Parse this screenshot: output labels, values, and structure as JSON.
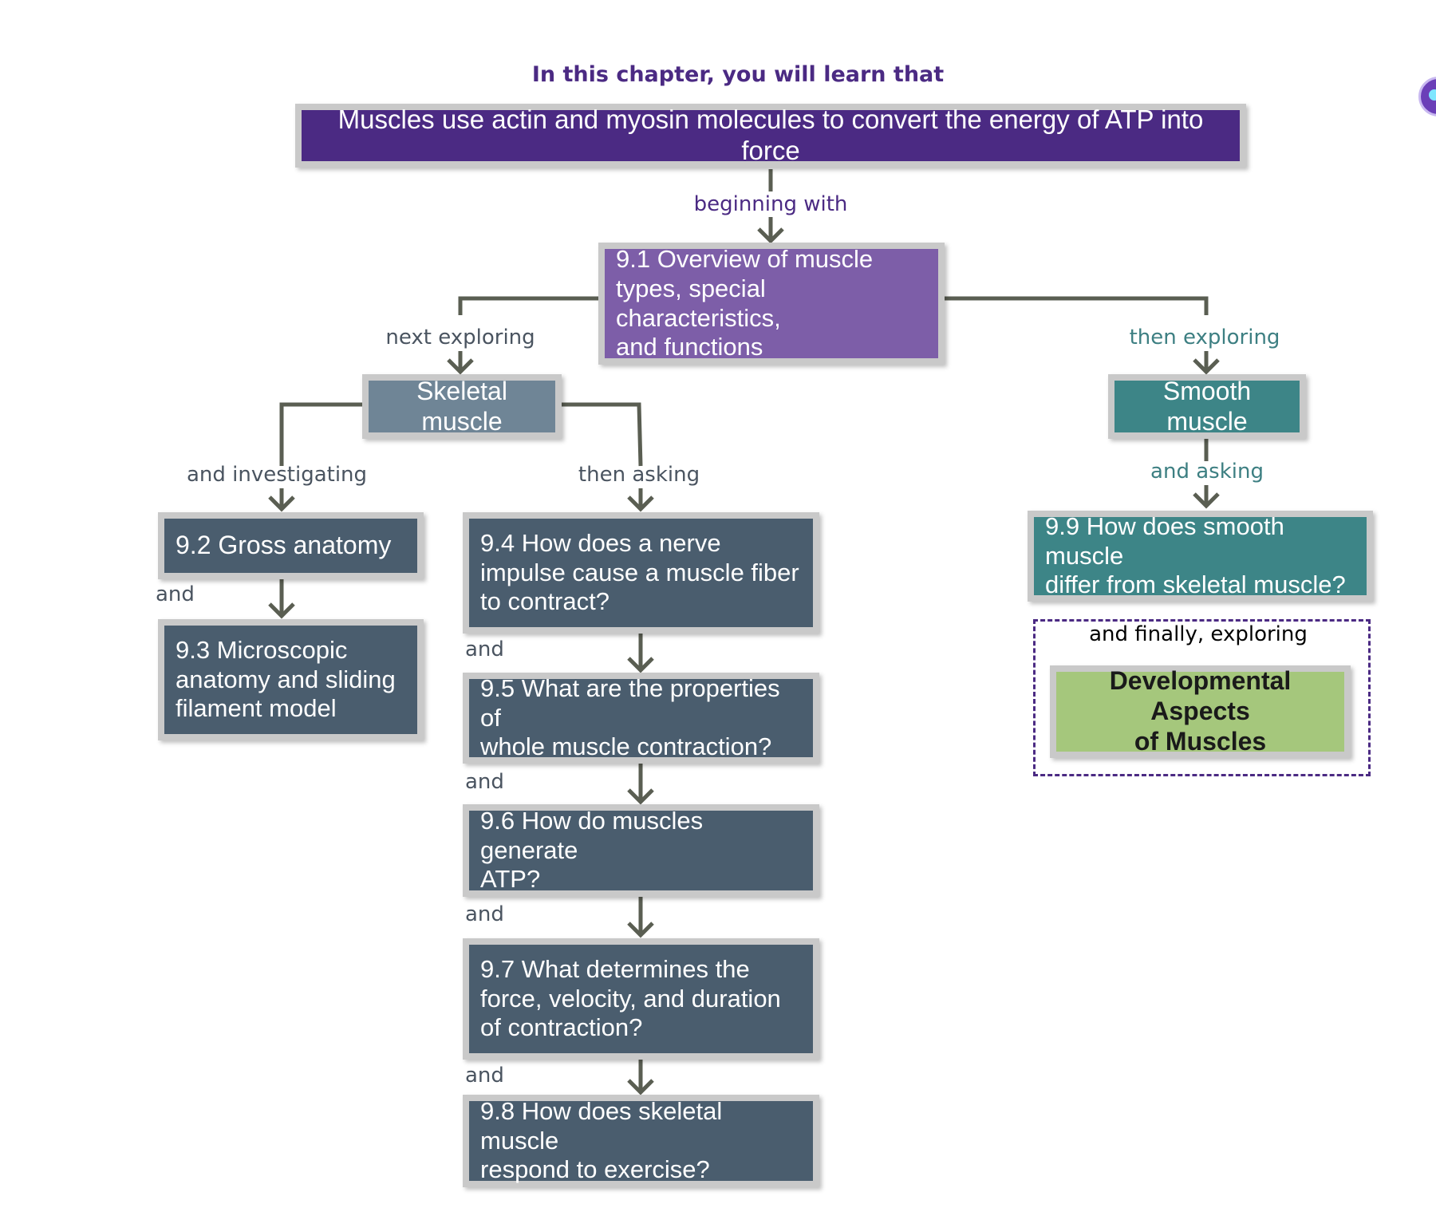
{
  "heading": "In this chapter, you will learn that",
  "colors": {
    "purple_dark": "#4b2a83",
    "purple_light": "#7d5ea8",
    "slate": "#4a5d6e",
    "slate_light": "#6f8596",
    "teal": "#3d8587",
    "green": "#a5c77c",
    "connector": "#5a5e52",
    "label_dark": "#4a5460",
    "label_teal": "#3d7f82"
  },
  "nodes": {
    "main": "Muscles use actin and myosin molecules to convert the energy of ATP into force",
    "overview": [
      "9.1 Overview of muscle",
      "types, special characteristics,",
      "and functions"
    ],
    "skeletal": "Skeletal muscle",
    "smooth": "Smooth muscle",
    "s92": "9.2  Gross anatomy",
    "s93": [
      "9.3 Microscopic",
      "anatomy and sliding",
      "filament model"
    ],
    "s94": [
      "9.4 How does a nerve",
      "impulse cause a muscle fiber",
      "to contract?"
    ],
    "s95": [
      "9.5 What are the properties of",
      "whole muscle contraction?"
    ],
    "s96": [
      "9.6 How do muscles generate",
      "ATP?"
    ],
    "s97": [
      "9.7 What determines the",
      "force, velocity, and duration",
      "of contraction?"
    ],
    "s98": [
      "9.8 How does skeletal muscle",
      "respond to exercise?"
    ],
    "s99": [
      "9.9 How does smooth muscle",
      "differ from skeletal muscle?"
    ],
    "dev": [
      "Developmental Aspects",
      "of Muscles"
    ]
  },
  "labels": {
    "beginning_with": "beginning with",
    "next_exploring": "next exploring",
    "then_exploring": "then exploring",
    "and_investigating": "and investigating",
    "then_asking": "then asking",
    "and_asking": "and asking",
    "and": "and",
    "and_finally": "and finally, exploring"
  },
  "icons": {
    "corner": "assistant-bubble-icon"
  }
}
